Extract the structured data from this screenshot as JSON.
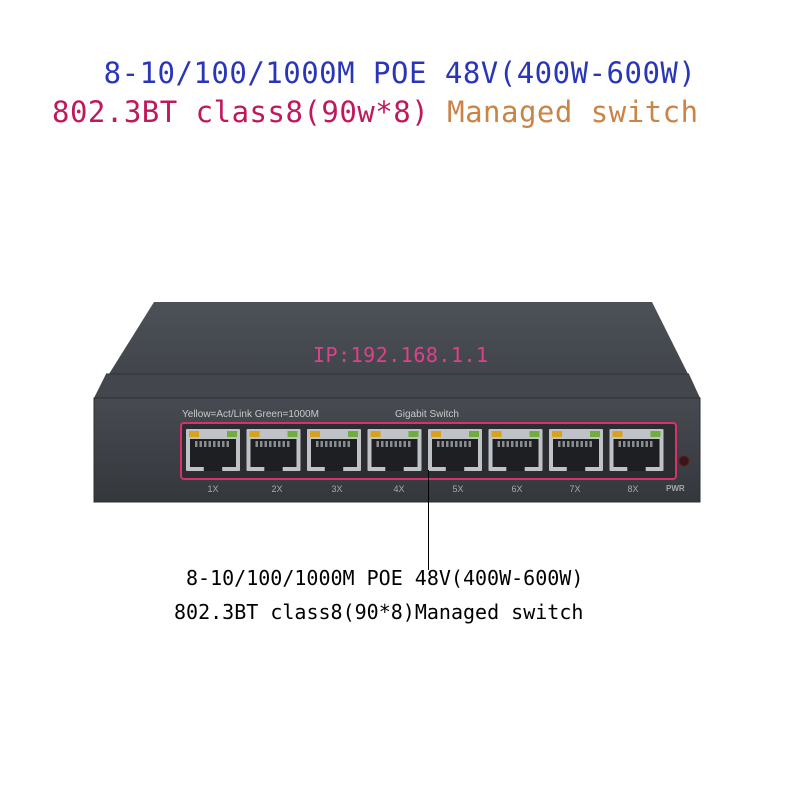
{
  "header": {
    "line1": "8-10/100/1000M POE 48V(400W-600W)",
    "line2_part1": "802.3BT class8(90w*8)",
    "line2_part2": "Managed switch"
  },
  "device": {
    "ip_label": "IP:192.168.1.1",
    "led_legend": "Yellow=Act/Link Green=1000M",
    "model_text": "Gigabit Switch",
    "ports": [
      "1X",
      "2X",
      "3X",
      "4X",
      "5X",
      "6X",
      "7X",
      "8X"
    ],
    "power_label": "PWR"
  },
  "caption": {
    "line1": "8-10/100/1000M POE 48V(400W-600W)",
    "line2": "802.3BT class8(90*8)Managed switch"
  },
  "colors": {
    "title_blue": "#2a36b8",
    "title_magenta": "#c0185c",
    "title_orange": "#c98446",
    "ip_pink": "#e0408a",
    "housing": "#3d4147",
    "port_outline": "#d8326e",
    "led_yellow": "#d8a21a",
    "led_green": "#6fae3a"
  },
  "icons": {
    "ethernet_port": "ethernet-port-icon",
    "power_led": "power-led-icon"
  }
}
